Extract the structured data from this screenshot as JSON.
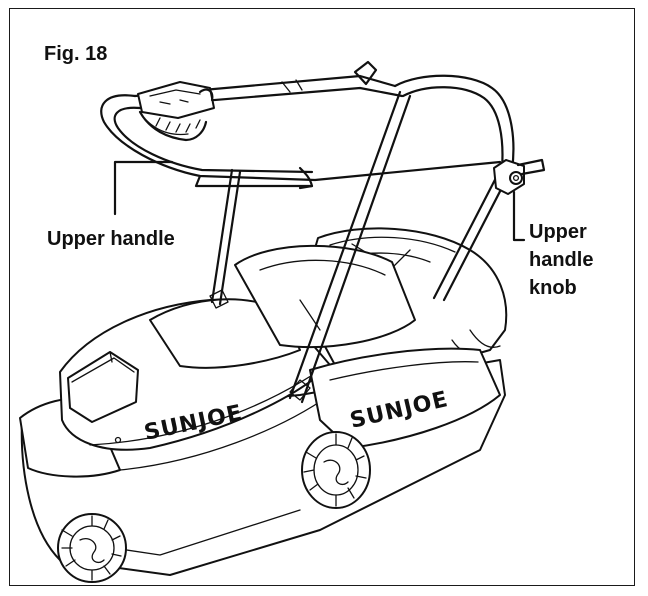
{
  "figure": {
    "label": "Fig. 18"
  },
  "callouts": {
    "upper_handle": "Upper handle",
    "upper_handle_knob_line1": "Upper",
    "upper_handle_knob_line2": "handle",
    "upper_handle_knob_line3": "knob"
  },
  "brand": {
    "deck_logo": "SUNJOE",
    "bag_logo": "SUNJOE"
  }
}
